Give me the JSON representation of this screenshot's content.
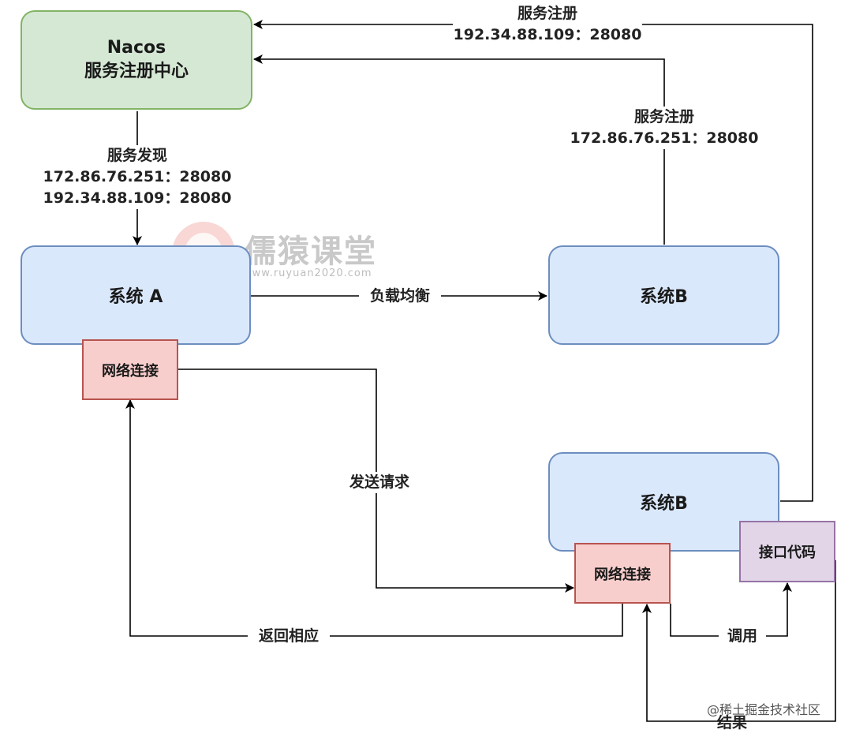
{
  "nodes": {
    "nacos": {
      "line1": "Nacos",
      "line2": "服务注册中心"
    },
    "system_a": "系统 A",
    "system_b_top": "系统B",
    "system_b_bottom": "系统B",
    "net_a": "网络连接",
    "net_b": "网络连接",
    "api_code": "接口代码"
  },
  "edges": {
    "discovery": {
      "title": "服务发现",
      "addr1": "172.86.76.251：28080",
      "addr2": "192.34.88.109：28080"
    },
    "register_b_top": {
      "title": "服务注册",
      "addr": "172.86.76.251：28080"
    },
    "register_b_bottom": {
      "title": "服务注册",
      "addr": "192.34.88.109：28080"
    },
    "load_balance": "负载均衡",
    "send_request": "发送请求",
    "return_response": "返回相应",
    "invoke": "调用",
    "result": "结果"
  },
  "watermark": {
    "title": "儒猿课堂",
    "url": "www.ruyuan2020.com"
  },
  "credit": "@稀土掘金技术社区",
  "colors": {
    "nacos_fill": "#d5e8d4",
    "nacos_border": "#82b366",
    "system_fill": "#dae8fc",
    "system_border": "#6c8ebf",
    "net_fill": "#f8cecc",
    "net_border": "#b85450",
    "api_fill": "#e1d5e7",
    "api_border": "#9673a6"
  }
}
